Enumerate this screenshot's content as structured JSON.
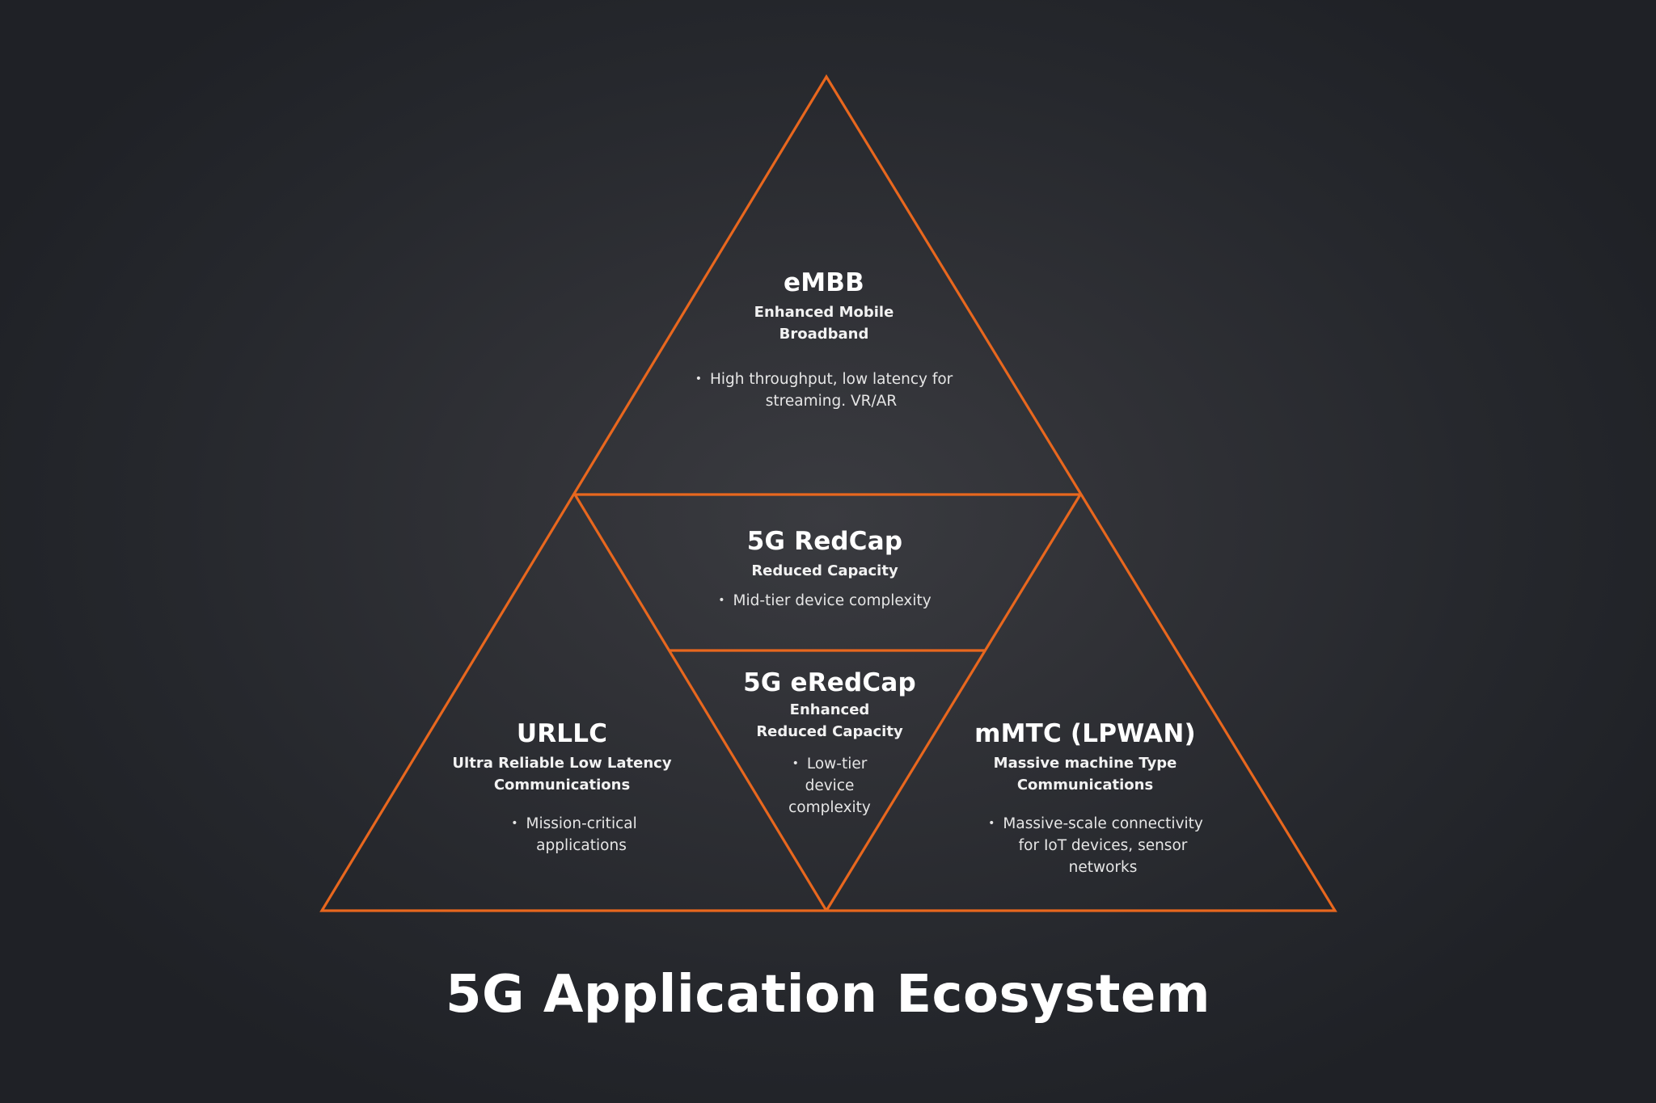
{
  "title": "5G Application Ecosystem",
  "colors": {
    "background_center": "#3a3b40",
    "background_edge": "#1f2126",
    "stroke": "#e8671e",
    "text": "#ffffff"
  },
  "sections": {
    "embb": {
      "heading": "eMBB",
      "subtitle_line1": "Enhanced Mobile",
      "subtitle_line2": "Broadband",
      "bullet_line1": "High throughput, low latency for",
      "bullet_line2": "streaming. VR/AR"
    },
    "redcap": {
      "heading": "5G RedCap",
      "subtitle_line1": "Reduced Capacity",
      "bullet_line1": "Mid-tier device complexity"
    },
    "eredcap": {
      "heading": "5G eRedCap",
      "subtitle_line1": "Enhanced",
      "subtitle_line2": "Reduced Capacity",
      "bullet_line1": "Low-tier",
      "bullet_line2": "device",
      "bullet_line3": "complexity"
    },
    "urllc": {
      "heading": "URLLC",
      "subtitle_line1": "Ultra Reliable Low Latency",
      "subtitle_line2": "Communications",
      "bullet_line1": "Mission-critical",
      "bullet_line2": "applications"
    },
    "mmtc": {
      "heading": "mMTC (LPWAN)",
      "subtitle_line1": "Massive machine Type",
      "subtitle_line2": "Communications",
      "bullet_line1": "Massive-scale connectivity",
      "bullet_line2": "for IoT devices, sensor",
      "bullet_line3": "networks"
    }
  },
  "bullet_glyph": "•"
}
